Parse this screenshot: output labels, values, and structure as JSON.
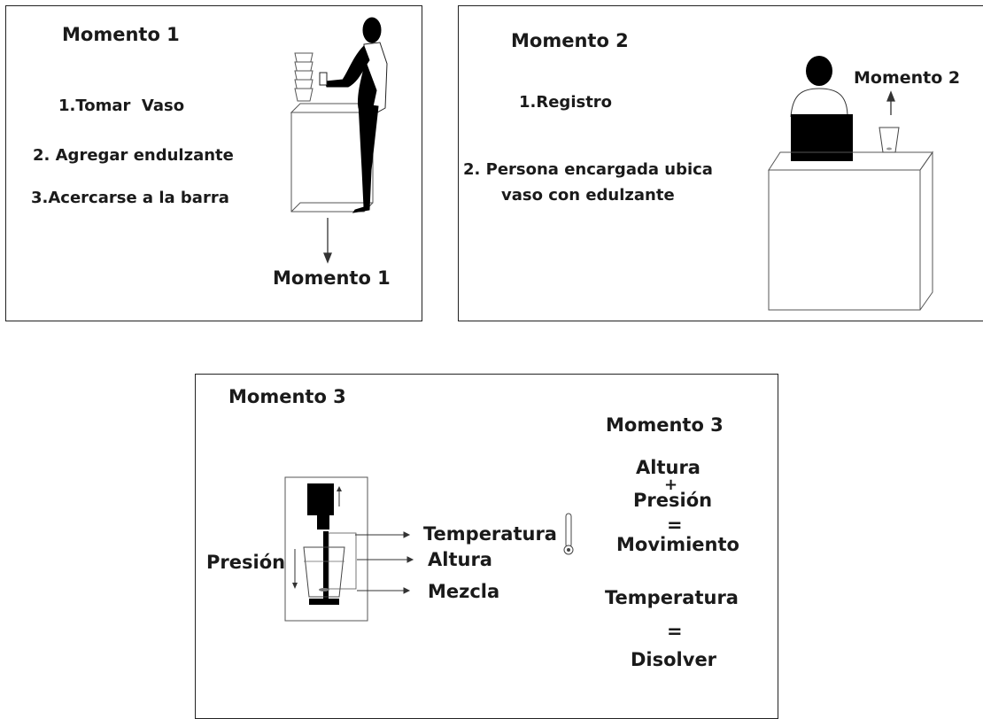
{
  "moment1": {
    "title": "Momento 1",
    "steps": [
      "1.Tomar  Vaso",
      "2. Agregar endulzante",
      "3.Acercarse a la barra"
    ],
    "arrow_label": "Momento 1"
  },
  "moment2": {
    "title": "Momento 2",
    "step1": "1.Registro",
    "step2_line1": "2. Persona encargada ubica",
    "step2_line2": "vaso con edulzante",
    "arrow_label": "Momento 2"
  },
  "moment3": {
    "title": "Momento 3",
    "pressure_label": "Presión",
    "callouts": [
      "Temperatura",
      "Altura",
      "Mezcla"
    ],
    "side_title": "Momento 3",
    "eq1_term1": "Altura",
    "eq1_plus": "+",
    "eq1_term2": "Presión",
    "eq1_equals": "=",
    "eq1_result": "Movimiento",
    "eq2_term": "Temperatura",
    "eq2_equals": "=",
    "eq2_result": "Disolver"
  }
}
